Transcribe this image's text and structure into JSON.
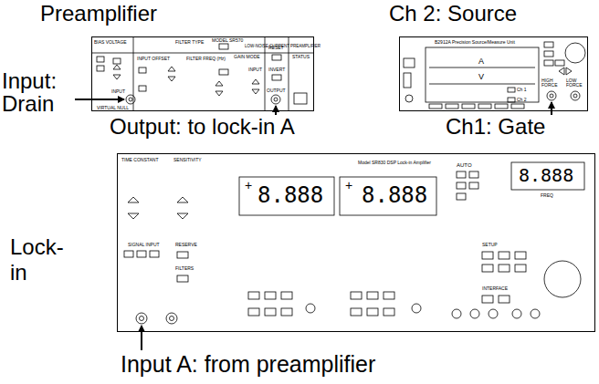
{
  "diagram": {
    "nodes": [
      {
        "text": [
          "Preamplifier"
        ]
      },
      {
        "text": [
          "Ch 2: Source"
        ]
      },
      {
        "text": [
          "Lock-in"
        ]
      }
    ],
    "labels": [
      "Input: Drain",
      "Output: to lock-in A",
      "Ch1: Gate",
      "Input A: from preamplifier",
      "BIAS VOLTAGE",
      "FILTER TYPE",
      "MODEL SR570",
      "LOW-NOISE CURRENT PREAMPLIFIER",
      "INPUT OFFSET",
      "FILTER FREQ (Hz)",
      "GAIN MODE",
      "INPUT",
      "RESET",
      "INVERT",
      "STATUS",
      "OUTPUT",
      "INPUT",
      "VIRTUAL NULL",
      "B2912A Precision Source/Measure Unit",
      "A",
      "V",
      "Ch 1",
      "Ch 2",
      "HIGH FORCE",
      "LOW FORCE",
      "TIME CONSTANT",
      "SENSITIVITY",
      "SIGNAL INPUT",
      "RESERVE",
      "FILTERS",
      "Model SR830 DSP Lock-in Amplifier",
      "AUTO",
      "+",
      "8.888",
      "+",
      "8.888",
      "8.888",
      "FREQ",
      "SETUP",
      "INTERFACE"
    ]
  }
}
